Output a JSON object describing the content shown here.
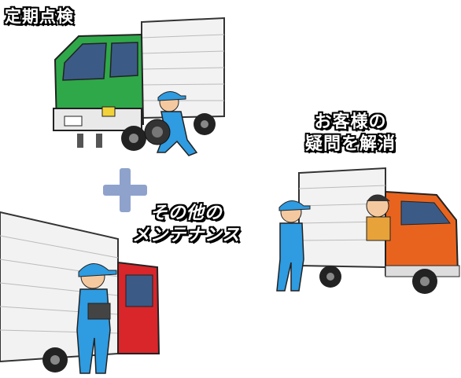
{
  "labels": {
    "inspection": "定期点検",
    "questions_line1": "お客様の",
    "questions_line2": "疑問を解消",
    "other_line1": "その他の",
    "other_line2": "メンテナンス"
  },
  "colors": {
    "green_cab": "#2fa84a",
    "orange_cab": "#e8641e",
    "red_cab": "#d8262b",
    "uniform_blue": "#2f9be0",
    "plus_blue": "#8ea2cc"
  },
  "icons": [
    "plus-icon"
  ]
}
